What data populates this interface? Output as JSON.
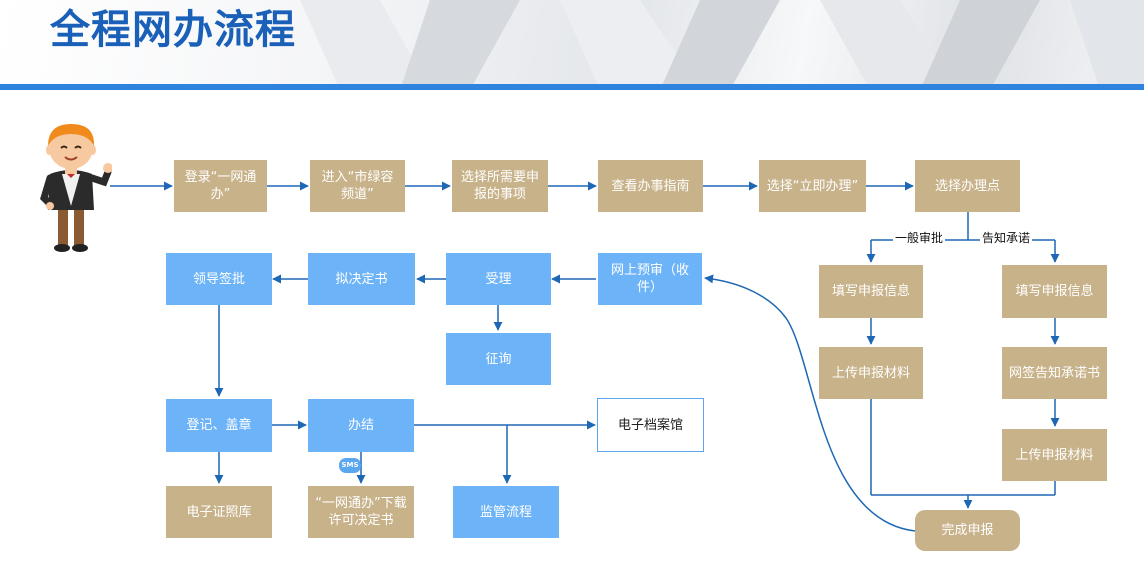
{
  "header": {
    "title": "全程网办流程"
  },
  "steps": {
    "s1": "登录“一网通办”",
    "s2": "进入“市绿容频道”",
    "s3": "选择所需要申报的事项",
    "s4": "查看办事指南",
    "s5": "选择“立即办理”",
    "s6": "选择办理点"
  },
  "branches": {
    "general": "一般审批",
    "notify": "告知承诺"
  },
  "left_branch": {
    "fill": "填写申报信息",
    "upload": "上传申报材料"
  },
  "right_branch": {
    "fill": "填写申报信息",
    "sign": "网签告知承诺书",
    "upload": "上传申报材料"
  },
  "complete": "完成申报",
  "process": {
    "prereview": "网上预审（收件）",
    "accept": "受理",
    "consult": "征询",
    "draft": "拟决定书",
    "leader": "领导签批",
    "register": "登记、盖章",
    "finish": "办结",
    "archive": "电子档案馆",
    "license_lib": "电子证照库",
    "download": "“一网通办”下载许可决定书",
    "supervise": "监管流程",
    "sms_badge": "SMS"
  },
  "colors": {
    "tan": "#c8b28a",
    "blue": "#6db3f7",
    "line": "#1e67b5",
    "title": "#1a5fb8"
  },
  "icons": {
    "avatar": "cartoon-man-waving-icon"
  }
}
